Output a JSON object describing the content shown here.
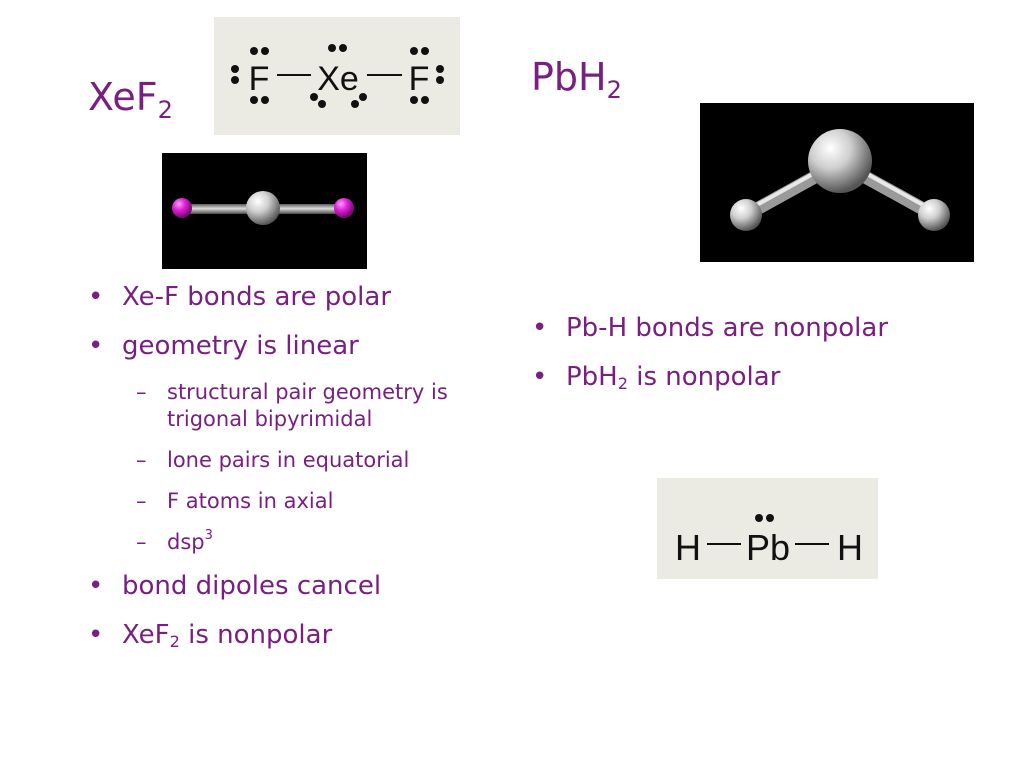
{
  "left": {
    "title": {
      "base": "XeF",
      "sub": "2"
    },
    "lewis": {
      "atoms": [
        "F",
        "Xe",
        "F"
      ]
    },
    "bullets": [
      {
        "level": 1,
        "text": "Xe-F bonds are polar"
      },
      {
        "level": 1,
        "text": "geometry is linear"
      },
      {
        "level": 2,
        "text": "structural pair geometry is trigonal bipyrimidal"
      },
      {
        "level": 2,
        "text": "lone pairs in equatorial"
      },
      {
        "level": 2,
        "text": "F atoms in axial"
      },
      {
        "level": 2,
        "text": "dsp",
        "sup": "3"
      },
      {
        "level": 1,
        "text": "bond dipoles cancel"
      },
      {
        "level": 1,
        "text": "XeF",
        "sub": "2",
        "after": " is nonpolar"
      }
    ]
  },
  "right": {
    "title": {
      "base": "PbH",
      "sub": "2"
    },
    "lewis": {
      "atoms": [
        "H",
        "Pb",
        "H"
      ]
    },
    "bullets": [
      {
        "level": 1,
        "text": "Pb-H bonds are nonpolar"
      },
      {
        "level": 1,
        "text": "PbH",
        "sub": "2",
        "after": " is nonpolar"
      }
    ]
  },
  "colors": {
    "text": "#7a1f82",
    "lewis_bg": "#ecebe3",
    "model_bg": "#000000",
    "fluorine_atom": "#e020d8",
    "atom_gray": "#c8c8c8"
  }
}
